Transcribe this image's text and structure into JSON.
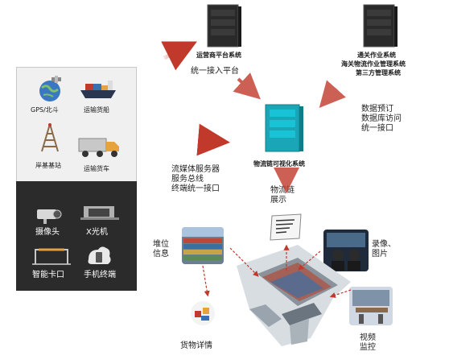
{
  "panel": {
    "top_items": [
      {
        "label": "GPS/北斗",
        "icon": "globe-satellite-icon"
      },
      {
        "label": "运输货船",
        "icon": "cargo-ship-icon"
      },
      {
        "label": "岸基基站",
        "icon": "base-station-tower-icon"
      },
      {
        "label": "运输货车",
        "icon": "truck-icon"
      }
    ],
    "bottom_items": [
      {
        "label": "摄像头",
        "icon": "camera-icon"
      },
      {
        "label": "X光机",
        "icon": "xray-machine-icon"
      },
      {
        "label": "智能卡口",
        "icon": "smart-gate-icon"
      },
      {
        "label": "手机终端",
        "icon": "mobile-terminal-icon"
      }
    ]
  },
  "servers": {
    "operator": {
      "label": "运营商平台系统"
    },
    "customs": {
      "lines": [
        "通关作业系统",
        "海关物流作业管理系统",
        "第三方管理系统"
      ]
    },
    "central": {
      "label": "物流链可视化系统"
    }
  },
  "annotations": {
    "unified_access": "统一接入平台",
    "data_lines": [
      "数据预订",
      "数据库访问",
      "统一接口"
    ],
    "streaming_lines": [
      "流媒体服务器",
      "服务总线",
      "终端统一接口"
    ],
    "display_lines": [
      "物流链",
      "展示"
    ],
    "yard_lines": [
      "堆位",
      "信息"
    ],
    "recording_lines": [
      "录像、",
      "图片"
    ],
    "cargo_detail": "货物详情",
    "video_lines": [
      "视频",
      "监控"
    ]
  },
  "colors": {
    "arrow_red": "#c0392b",
    "panel_dark": "#2b2b2b",
    "panel_light": "#f0f0f0",
    "server_dark": "#2a2a2a",
    "server_teal": "#1aa6b7"
  }
}
